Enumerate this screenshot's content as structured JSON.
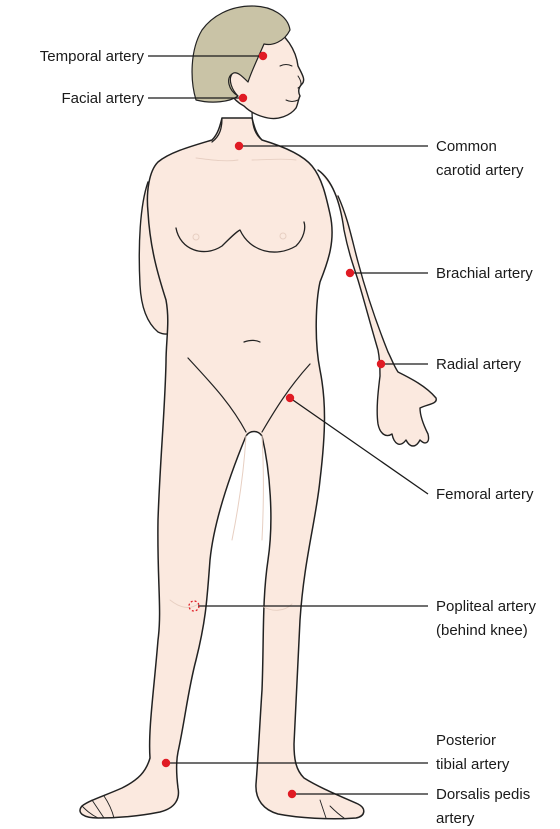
{
  "colors": {
    "skin": "#fbe9df",
    "skin_outline": "#222222",
    "skin_detail": "#e7cfc2",
    "hair": "#c9c3a6",
    "pulse_point": "#e01b24",
    "leader_line": "#1a1a1a"
  },
  "labels": {
    "temporal": [
      "Temporal artery"
    ],
    "facial": [
      "Facial artery"
    ],
    "carotid": [
      "Common",
      "carotid artery"
    ],
    "brachial": [
      "Brachial artery"
    ],
    "radial": [
      "Radial artery"
    ],
    "femoral": [
      "Femoral artery"
    ],
    "popliteal": [
      "Popliteal artery",
      "(behind knee)"
    ],
    "posterior_tibial": [
      "Posterior",
      "tibial artery"
    ],
    "dorsalis_pedis": [
      "Dorsalis pedis",
      "artery"
    ]
  }
}
